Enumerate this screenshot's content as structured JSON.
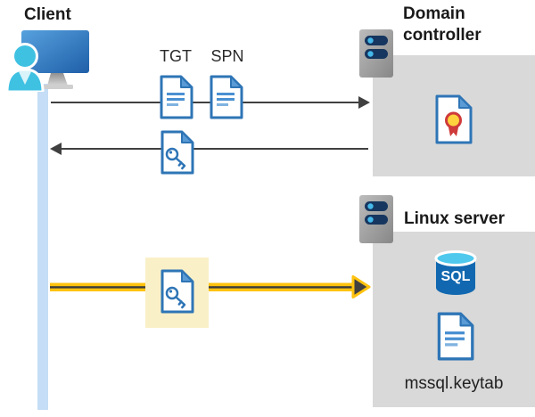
{
  "labels": {
    "client": "Client",
    "domain_controller": "Domain controller",
    "linux_server": "Linux server",
    "tgt": "TGT",
    "spn": "SPN",
    "sql": "SQL",
    "keytab_file": "mssql.keytab"
  },
  "diagram": {
    "type": "flow-diagram",
    "nodes": [
      {
        "id": "client",
        "label": "Client",
        "icon": "client-workstation"
      },
      {
        "id": "domain-controller",
        "label": "Domain controller",
        "icon": "server",
        "contains": [
          "certificate-document"
        ]
      },
      {
        "id": "linux-server",
        "label": "Linux server",
        "icon": "server",
        "contains": [
          "sql-database",
          "keytab-document"
        ],
        "file": "mssql.keytab"
      }
    ],
    "flows": [
      {
        "from": "client",
        "to": "domain-controller",
        "style": "thin-gray-arrow",
        "items": [
          "TGT",
          "SPN"
        ]
      },
      {
        "from": "domain-controller",
        "to": "client",
        "style": "thin-gray-arrow",
        "items": [
          "key-document"
        ]
      },
      {
        "from": "client",
        "to": "linux-server",
        "style": "thick-yellow-arrow",
        "items": [
          "key-document"
        ],
        "highlighted": true
      }
    ]
  },
  "colors": {
    "panel_gray": "#D9D9D9",
    "timeline_blue": "#C5DDF6",
    "arrow_gray": "#404040",
    "yellow_arrow": "#FFC20E",
    "highlight_yellow": "#FAF0C8",
    "doc_border_blue": "#2E75B6",
    "doc_fold_blue": "#5B9BD5",
    "doc_line_blue": "#4A90D2",
    "person_cyan": "#3FC1E2",
    "server_pill_navy": "#16365F",
    "server_dot_blue": "#45B8EA",
    "sql_body_blue": "#1168B0",
    "sql_top_cyan": "#4EC9ED",
    "cert_red": "#CF3A3A",
    "cert_gold": "#FFD23E"
  }
}
